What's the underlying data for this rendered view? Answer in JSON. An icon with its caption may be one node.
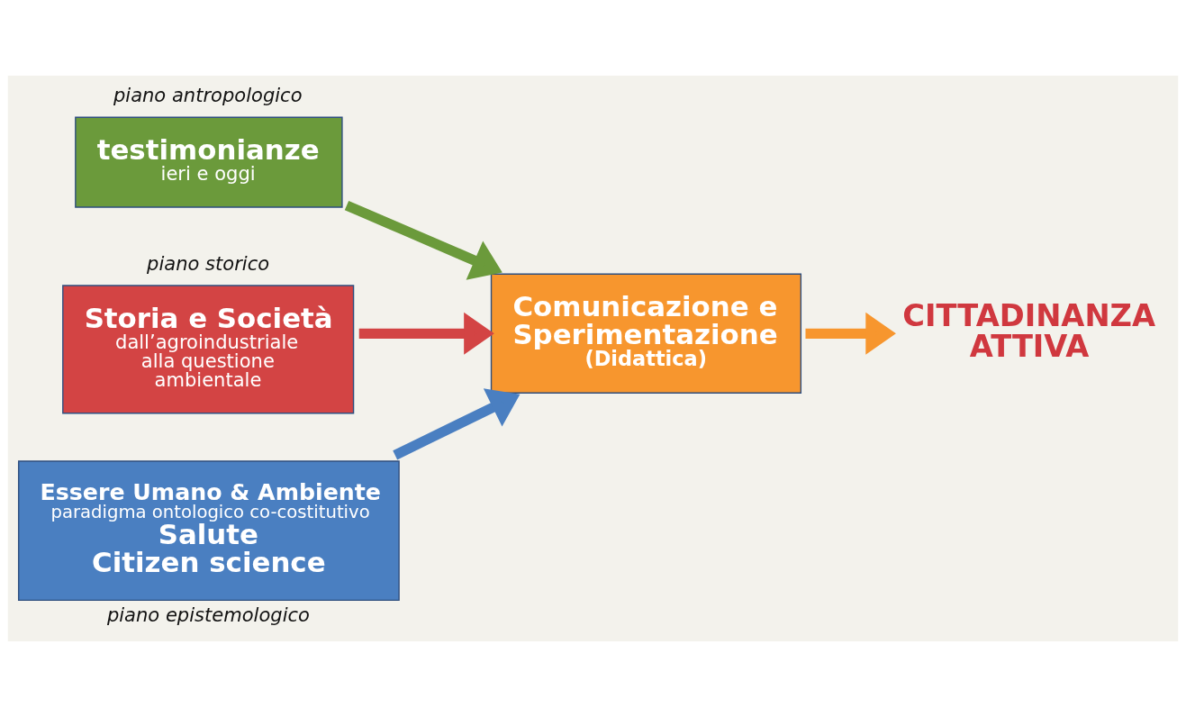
{
  "diagram": {
    "nodes": [
      {
        "text": [
          "testimonianze",
          "ieri e oggi"
        ],
        "beside": [
          "piano antropologico"
        ]
      },
      {
        "text": [
          "Storia e Società",
          "dall’agroindustriale alla questione ambientale"
        ],
        "beside": [
          "piano storico"
        ]
      },
      {
        "text": [
          "Comunicazione e Sperimentazione",
          "(Didattica)"
        ]
      },
      {
        "text": [
          "CITTADINANZA ATTIVA"
        ]
      },
      {
        "text": [
          "Essere Umano & Ambiente",
          "paradigma ontologico co-costitutivo",
          "Salute",
          "Citizen science"
        ],
        "beside": [
          "piano epistemologico"
        ]
      }
    ],
    "edges": [
      {
        "from": 0,
        "to": 2,
        "arrow": "to",
        "color": "#6b9a3b"
      },
      {
        "from": 1,
        "to": 2,
        "arrow": "to",
        "color": "#d34444"
      },
      {
        "from": 4,
        "to": 2,
        "arrow": "to",
        "color": "#4a7fc1"
      },
      {
        "from": 2,
        "to": 3,
        "arrow": "to",
        "color": "#f7962e"
      }
    ]
  }
}
